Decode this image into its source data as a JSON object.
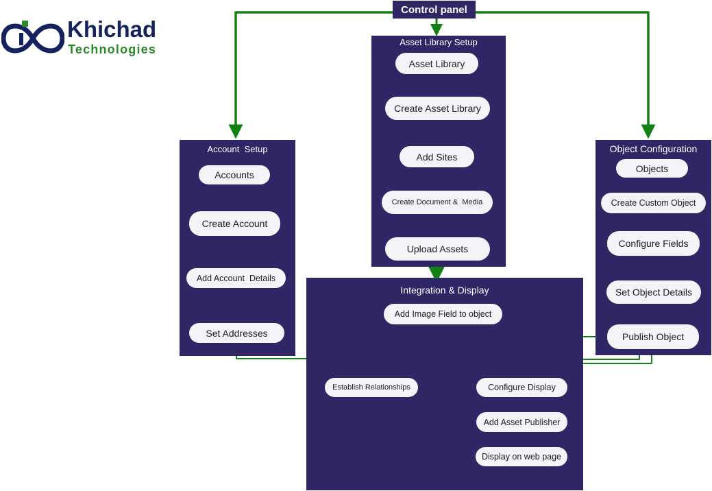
{
  "brand": {
    "name": "Khichad",
    "tagline": "Technologies",
    "colors": {
      "navy": "#14235e",
      "green": "#2a8a2a"
    }
  },
  "root": {
    "label": "Control panel"
  },
  "colors": {
    "panel": "#2f2765",
    "node": "#f4f3f8",
    "arrow_light": "#ddd0d6",
    "arrow_green": "#138013"
  },
  "asset_library_setup": {
    "title": "Asset Library Setup",
    "steps": [
      "Asset Library",
      "Create Asset Library",
      "Add Sites",
      "Create Document &  Media",
      "Upload Assets"
    ]
  },
  "account_setup": {
    "title": "Account  Setup",
    "steps": [
      "Accounts",
      "Create Account",
      "Add Account  Details",
      "Set Addresses"
    ]
  },
  "object_configuration": {
    "title": "Object Configuration",
    "steps": [
      "Objects",
      "Create Custom Object",
      "Configure Fields",
      "Set Object Details",
      "Publish Object"
    ]
  },
  "integration_display": {
    "title": "Integration & Display",
    "add_image_field": "Add Image Field to object",
    "establish_relationships": "Establish Relationships",
    "display_steps": [
      "Configure Display",
      "Add Asset Publisher",
      "Display on web page"
    ]
  }
}
